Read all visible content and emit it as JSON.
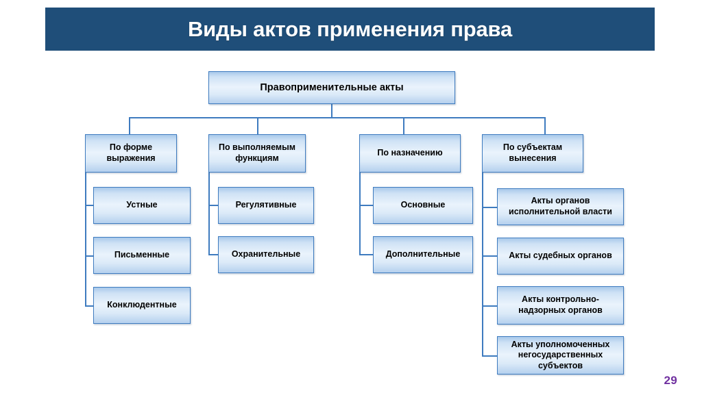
{
  "slide": {
    "title": "Виды актов применения права",
    "page_number": "29",
    "colors": {
      "title_bar": "#1F4E79",
      "title_text": "#FFFFFF",
      "node_border": "#3E7BBF",
      "node_fill_light": "#EAF3FC",
      "node_fill_dark": "#A8C9EA",
      "connector": "#3E7BBF",
      "page_number": "#7030A0",
      "background": "#FFFFFF"
    }
  },
  "diagram": {
    "type": "hierarchy-tree",
    "root": {
      "label": "Правоприменительные акты"
    },
    "branches": [
      {
        "label": "По форме выражения",
        "children": [
          {
            "label": "Устные"
          },
          {
            "label": "Письменные"
          },
          {
            "label": "Конклюдентные"
          }
        ]
      },
      {
        "label": "По выполняемым функциям",
        "children": [
          {
            "label": "Регулятивные"
          },
          {
            "label": "Охранительные"
          }
        ]
      },
      {
        "label": "По назначению",
        "children": [
          {
            "label": "Основные"
          },
          {
            "label": "Дополнительные"
          }
        ]
      },
      {
        "label": "По субъектам вынесения",
        "children": [
          {
            "label": "Акты органов исполнительной власти"
          },
          {
            "label": "Акты судебных органов"
          },
          {
            "label": "Акты контрольно-надзорных органов"
          },
          {
            "label": "Акты уполномоченных негосударственных субъектов"
          }
        ]
      }
    ]
  }
}
